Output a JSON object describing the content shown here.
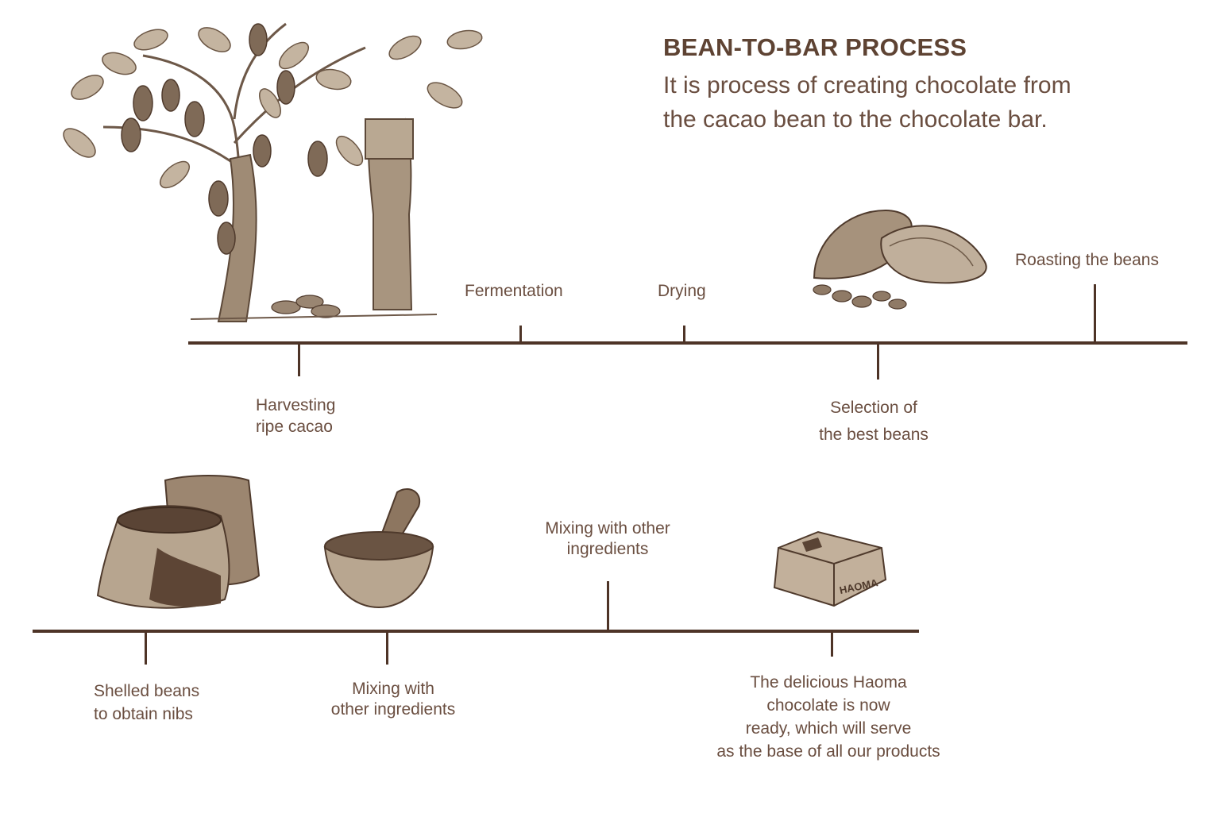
{
  "header": {
    "title": "BEAN-TO-BAR PROCESS",
    "subtitle": "It is process of creating chocolate from\nthe cacao bean to the chocolate bar."
  },
  "timeline_top": {
    "steps": [
      {
        "label": "Harvesting\nripe cacao",
        "position": "below"
      },
      {
        "label": "Fermentation",
        "position": "above"
      },
      {
        "label": "Drying",
        "position": "above"
      },
      {
        "label": "Selection of\nthe best beans",
        "position": "below"
      },
      {
        "label": "Roasting the beans",
        "position": "above"
      }
    ]
  },
  "timeline_bottom": {
    "steps": [
      {
        "label": "Shelled beans\nto obtain nibs",
        "position": "below"
      },
      {
        "label": "Mixing with\nother ingredients",
        "position": "below"
      },
      {
        "label": "Mixing with other\ningredients",
        "position": "above"
      },
      {
        "label": "The delicious Haoma\nchocolate is now\nready, which will serve\nas the base of all our products",
        "position": "below"
      }
    ]
  },
  "illustrations": {
    "tree": "cacao-tree-illustration",
    "beans": "cacao-pods-illustration",
    "sacks": "bean-sacks-illustration",
    "bowl": "mortar-bowl-illustration",
    "bar": "chocolate-bar-illustration",
    "bar_engraving": "HAOMA"
  },
  "colors": {
    "line": "#4e3427",
    "text": "#6a4e40",
    "sepia_light": "#bfae9a",
    "sepia_mid": "#8d7660",
    "sepia_dark": "#4f3a2c"
  }
}
